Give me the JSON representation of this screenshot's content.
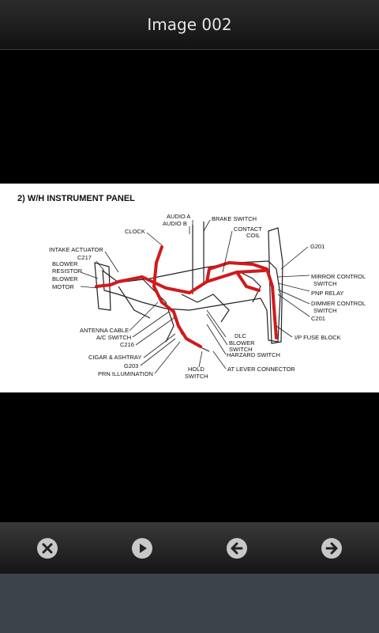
{
  "window": {
    "title": "Image 002"
  },
  "diagram": {
    "heading": "2) W/H INSTRUMENT PANEL",
    "labels": {
      "audio_a": "AUDIO A",
      "audio_b": "AUDIO B",
      "brake_switch": "BRAKE SWITCH",
      "clock": "CLOCK",
      "contact_coil_1": "CONTACT",
      "contact_coil_2": "COIL",
      "g201_top": "G201",
      "intake_actuator": "INTAKE ACTUATOR",
      "c217": "C217",
      "blower_resistor_1": "BLOWER",
      "blower_resistor_2": "RESISTOR",
      "blower_motor_1": "BLOWER",
      "blower_motor_2": "MOTOR",
      "mirror_control_1": "MIRROR CONTROL",
      "mirror_control_2": "SWITCH",
      "pnp_relay": "PNP RELAY",
      "dimmer_control_1": "DIMMER CONTROL",
      "dimmer_control_2": "SWITCH",
      "c201": "C201",
      "antenna_cable": "ANTENNA CABLE",
      "ac_switch": "A/C SWITCH",
      "c216": "C216",
      "dlc": "DLC",
      "blower_switch_1": "BLOWER",
      "blower_switch_2": "SWITCH",
      "ip_fuse_block": "I/P FUSE BLOCK",
      "hazard_switch": "HARZARD SWITCH",
      "cigar_ashtray": "CIGAR & ASHTRAY",
      "g203": "G203",
      "prn_illumination": "PRN ILLUMINATION",
      "hold_switch_1": "HOLD",
      "hold_switch_2": "SWITCH",
      "at_lever": "AT LEVER CONNECTOR"
    }
  },
  "toolbar": {
    "close": "close-icon",
    "play": "play-icon",
    "prev": "arrow-left-icon",
    "next": "arrow-right-icon"
  },
  "colors": {
    "wire": "#d11a1a",
    "icon": "#c8c8c8"
  }
}
